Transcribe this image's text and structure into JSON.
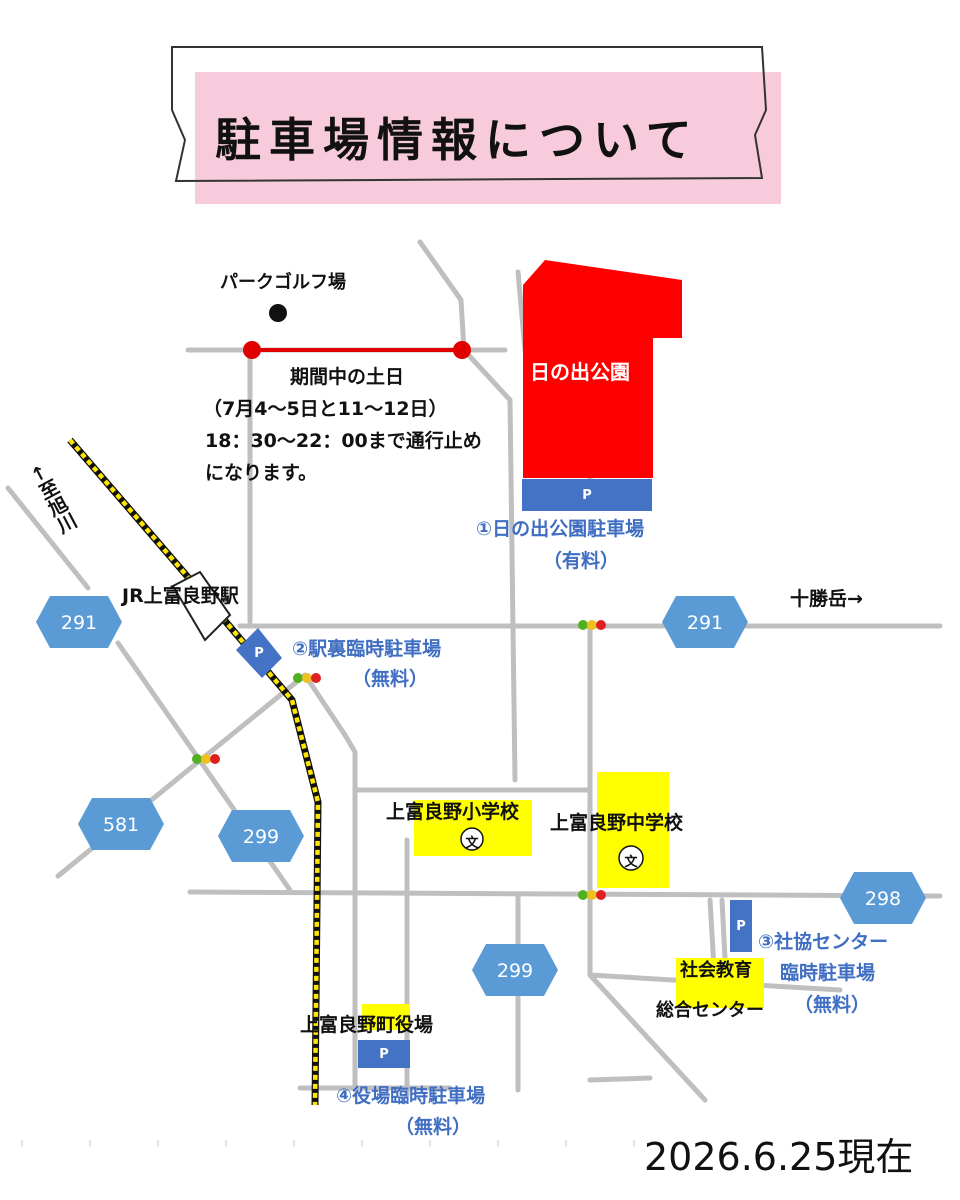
{
  "title": "駐車場情報について",
  "park_golf": "パークゴルフ場",
  "closure_note": [
    "期間中の土日",
    "（7月4～5日と11～12日）",
    "18：30～22：00まで通行止め",
    "になります。"
  ],
  "hinode_park": "日の出公園",
  "station": "JR上富良野駅",
  "to_asahikawa": "↑至旭川",
  "to_tokachidake": "十勝岳→",
  "parking_symbol": "P",
  "school_symbol": "文",
  "parking_lots": [
    {
      "name": "①日の出公園駐車場",
      "fee": "（有料）"
    },
    {
      "name": "②駅裏臨時駐車場",
      "fee": "（無料）"
    },
    {
      "name": "③社協センター",
      "name2": "臨時駐車場",
      "fee": "（無料）"
    },
    {
      "name": "④役場臨時駐車場",
      "fee": "（無料）"
    }
  ],
  "facilities": {
    "elementary_school": "上富良野小学校",
    "junior_high_school": "上富良野中学校",
    "town_hall": "上富良野町役場",
    "social_education_center": [
      "社会教育",
      "総合センター"
    ]
  },
  "routes": {
    "r291_west": "291",
    "r291_east": "291",
    "r581": "581",
    "r299_west": "299",
    "r299_south": "299",
    "r298": "298"
  },
  "as_of": "2026.6.25現在",
  "colors": {
    "parking_area": "#ff0000",
    "parking_box": "#4472c4",
    "route_shield": "#5b9bd5",
    "school": "#ffff00",
    "road": "#bfbfbf",
    "closure": "#ff0000",
    "railway": "#ffe600",
    "title_bg": "#f7cbdc"
  }
}
